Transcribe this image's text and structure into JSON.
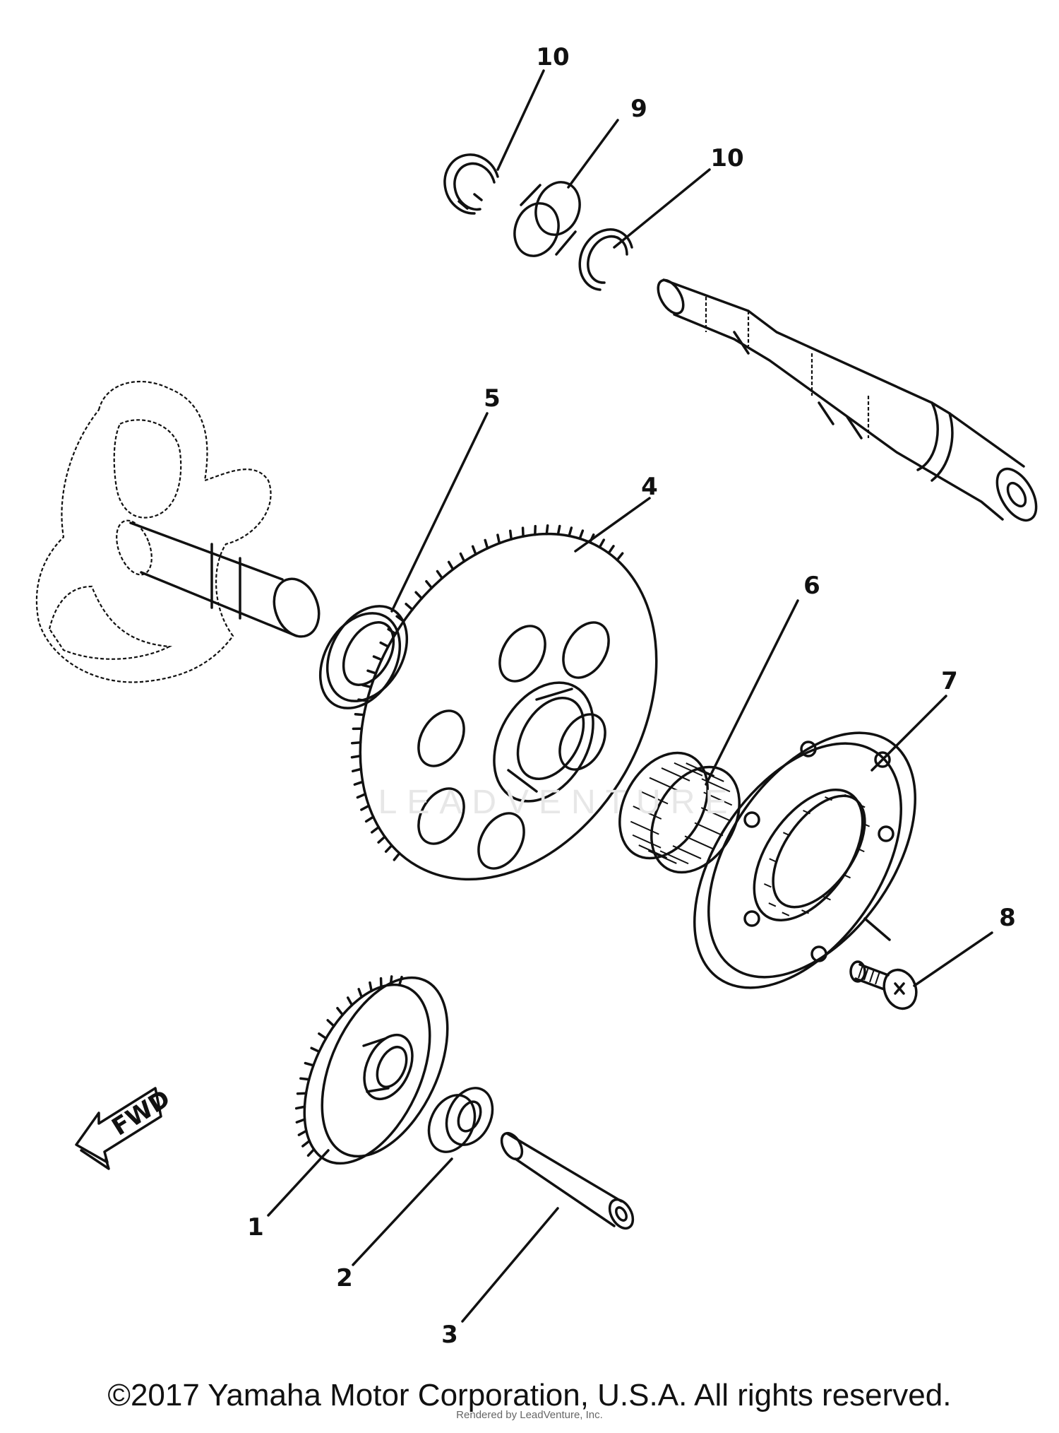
{
  "diagram": {
    "callouts": [
      {
        "id": "1",
        "label": "1"
      },
      {
        "id": "2",
        "label": "2"
      },
      {
        "id": "3",
        "label": "3"
      },
      {
        "id": "4",
        "label": "4"
      },
      {
        "id": "5",
        "label": "5"
      },
      {
        "id": "6",
        "label": "6"
      },
      {
        "id": "7",
        "label": "7"
      },
      {
        "id": "8",
        "label": "8"
      },
      {
        "id": "9",
        "label": "9"
      },
      {
        "id": "10a",
        "label": "10"
      },
      {
        "id": "10b",
        "label": "10"
      }
    ],
    "fwd_arrow_label": "FWD",
    "watermark": "LEADVENTURE"
  },
  "footer": {
    "copyright": "©2017 Yamaha Motor Corporation, U.S.A. All rights reserved.",
    "rendered_by": "Rendered by LeadVenture, Inc."
  },
  "colors": {
    "ink": "#111111",
    "background": "#ffffff",
    "watermark": "#e7e7e7"
  }
}
